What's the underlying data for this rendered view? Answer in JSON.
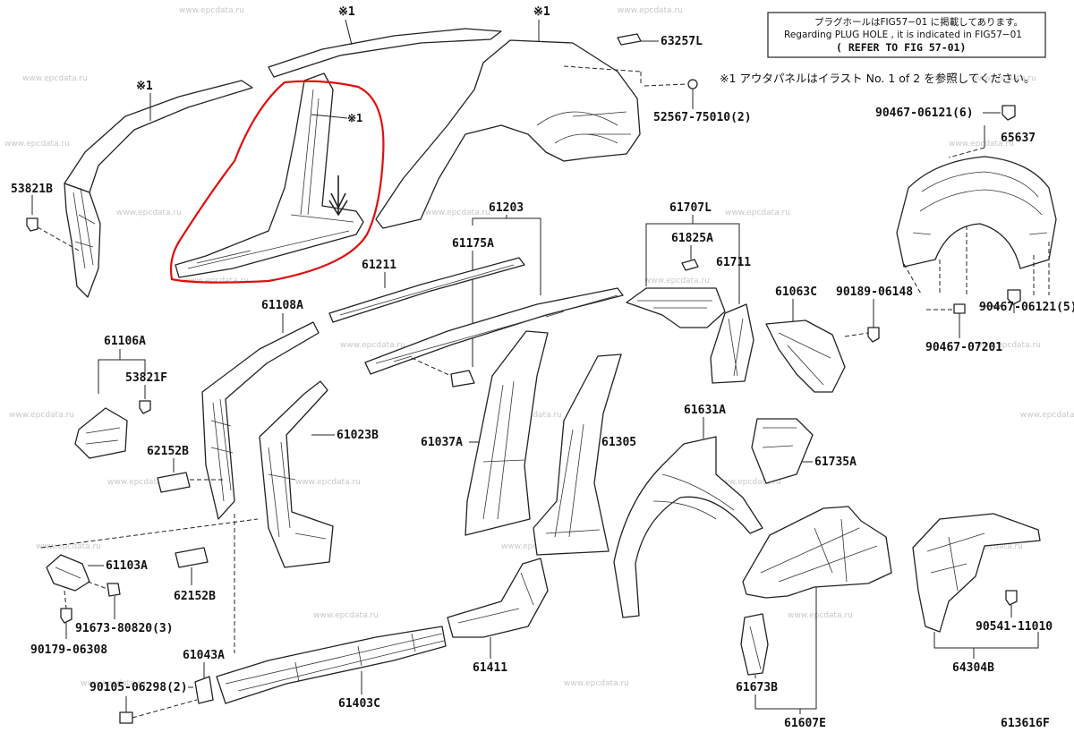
{
  "watermark": "www.epcdata.ru",
  "figure_id": "613616F",
  "note_box": {
    "line1": "プラグホールはFIG57−01 に掲載してあります。",
    "line2": "Regarding PLUG HOLE , it is indicated in FIG57−01",
    "line3": "( REFER TO FIG 57-01)"
  },
  "outer_panel_note": "※1 アウタパネルはイラスト No. 1 of 2 を参照してください。",
  "marker": "※1",
  "labels": {
    "p63257L": "63257L",
    "p52567": "52567-75010(2)",
    "p53821B": "53821B",
    "p90467a": "90467-06121(6)",
    "p65637": "65637",
    "p61203": "61203",
    "p61707L": "61707L",
    "p61175A": "61175A",
    "p61825A": "61825A",
    "p61211": "61211",
    "p61711": "61711",
    "p61063C": "61063C",
    "p90189": "90189-06148",
    "p90467b": "90467-06121(5)",
    "p90467c": "90467-07201",
    "p61108A": "61108A",
    "p61106A": "61106A",
    "p53821F": "53821F",
    "p61023B": "61023B",
    "p61037A": "61037A",
    "p61305": "61305",
    "p61631A": "61631A",
    "p61735A": "61735A",
    "p62152Ba": "62152B",
    "p62152Bb": "62152B",
    "p61103A": "61103A",
    "p91673": "91673-80820(3)",
    "p90179": "90179-06308",
    "p61043A": "61043A",
    "p90105": "90105-06298(2)",
    "p61403C": "61403C",
    "p61411": "61411",
    "p61673B": "61673B",
    "p61607E": "61607E",
    "p90541": "90541-11010",
    "p64304B": "64304B"
  },
  "annotation_color": "#e01010"
}
